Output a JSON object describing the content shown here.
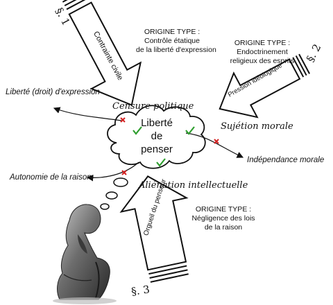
{
  "cloud": {
    "line1": "Liberté",
    "line2": "de",
    "line3": "penser"
  },
  "origins": {
    "one": {
      "line1": "ORIGINE TYPE :",
      "line2": "Contrôle étatique",
      "line3": "de la liberté d'expression"
    },
    "two": {
      "line1": "ORIGINE TYPE :",
      "line2": "Endoctrinement",
      "line3": "religieux des esprits"
    },
    "three": {
      "line1": "ORIGINE TYPE :",
      "line2": "Négligence des lois",
      "line3": "de la raison"
    }
  },
  "arrows": {
    "one": "Contrainte civile",
    "two": "Pression idéologique",
    "three": "Orgueil du penseur"
  },
  "sections": {
    "one": "§. 1",
    "two": "§. 2",
    "three": "§. 3"
  },
  "threats": {
    "censure": "Censure politique",
    "sujetion": "Sujétion morale",
    "alienation": "Aliénation intellectuelle"
  },
  "outcomes": {
    "expression": "Liberté (droit) d'expression",
    "independance": "Indépendance morale",
    "autonomie": "Autonomie de la raison"
  },
  "colors": {
    "check": "#2e9e2e",
    "cross": "#d42020",
    "ink": "#111111"
  }
}
